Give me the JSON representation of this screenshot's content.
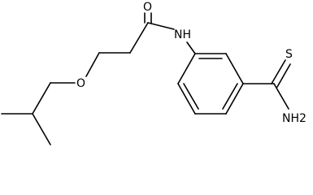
{
  "molecule": {
    "atom_labels": {
      "O_carbonyl": "O",
      "NH_amide": "NH",
      "O_ether": "O",
      "S_thio": "S",
      "NH2_amine": "NH2"
    },
    "colors": {
      "bond": "#000000",
      "text": "#000000",
      "background": "#ffffff"
    }
  }
}
